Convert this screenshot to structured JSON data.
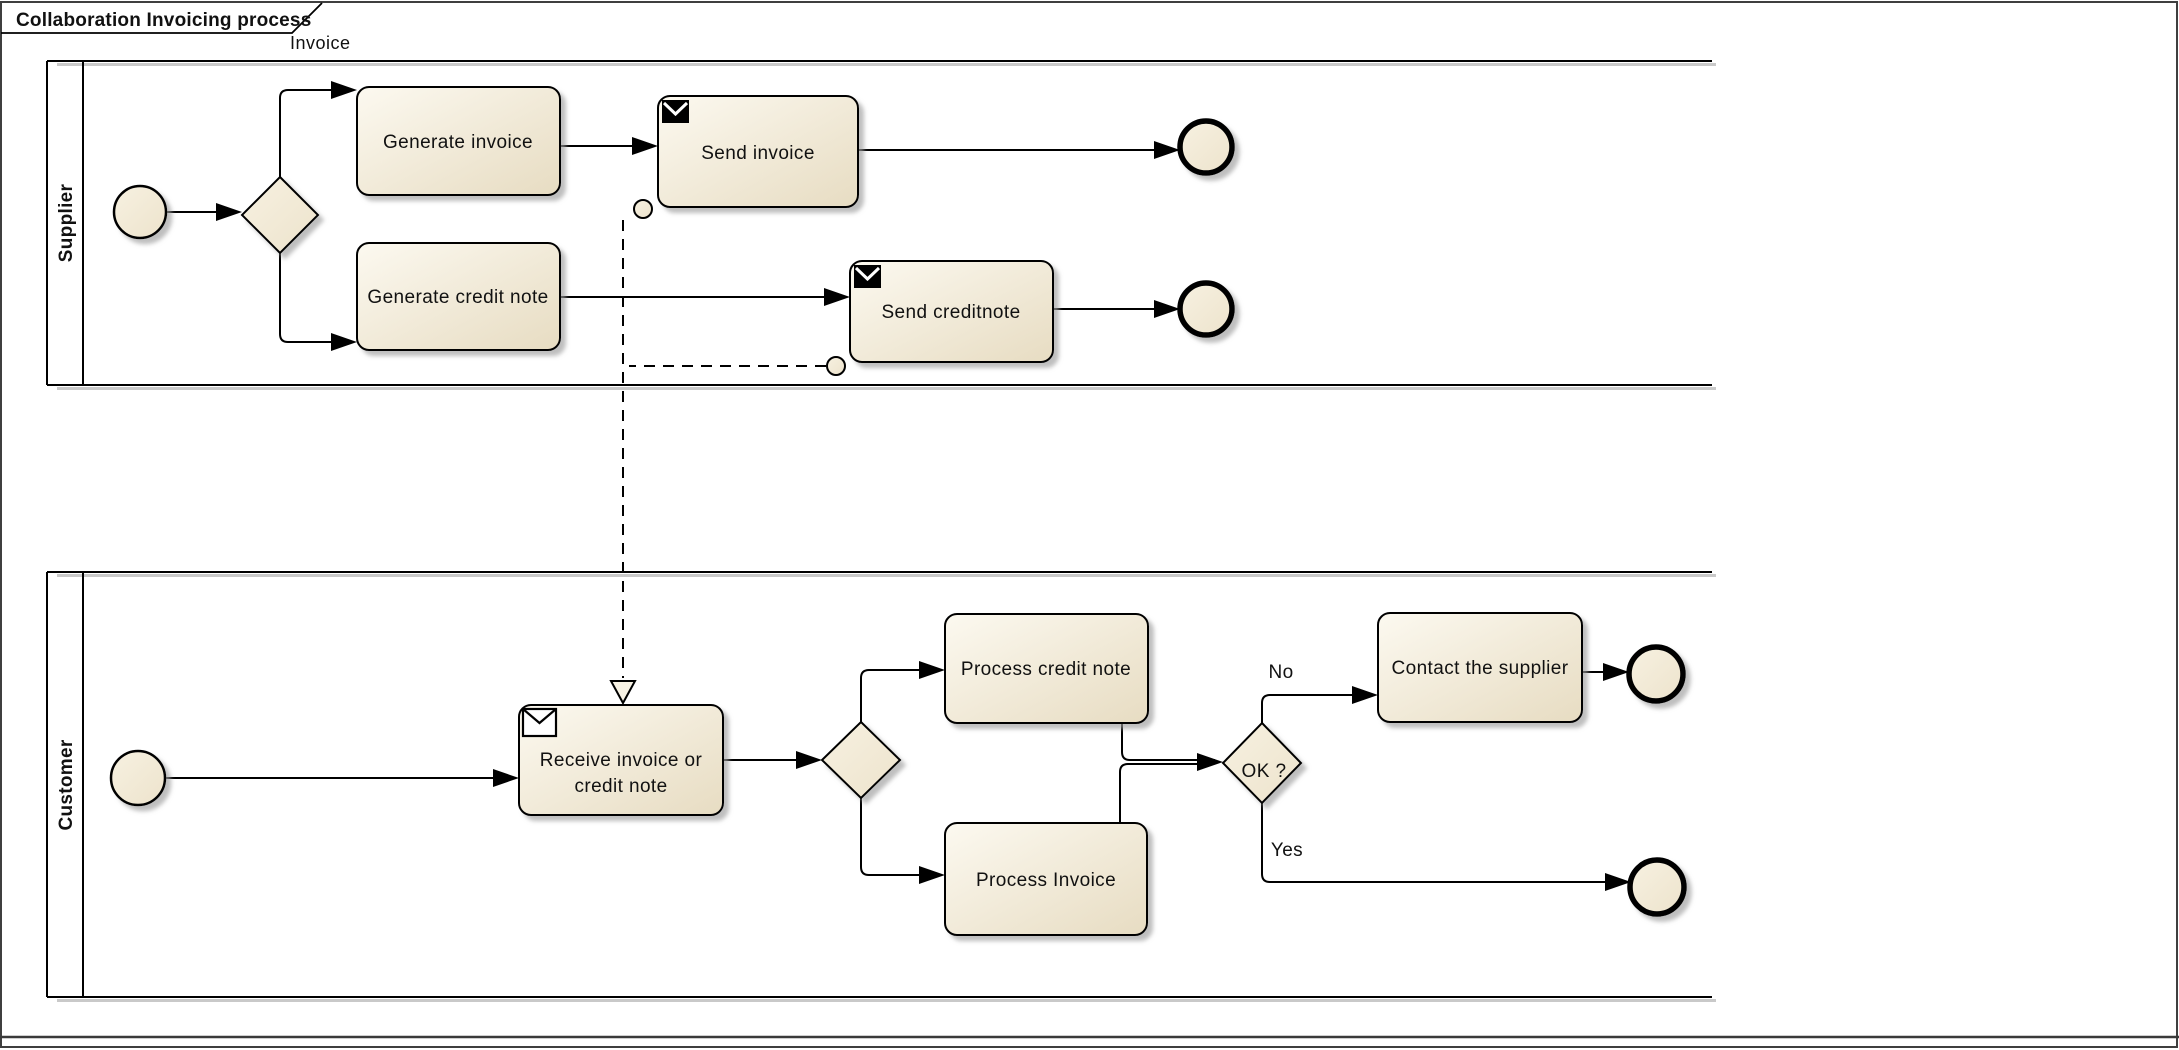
{
  "header": {
    "title": "Collaboration Invoicing process",
    "diagram_label": "Invoice"
  },
  "lanes": {
    "supplier_label": "Supplier",
    "customer_label": "Customer"
  },
  "supplier_lane": {
    "generate_invoice": "Generate invoice",
    "send_invoice": "Send invoice",
    "generate_credit_note": "Generate credit note",
    "send_creditnote": "Send creditnote"
  },
  "customer_lane": {
    "receive_line1": "Receive invoice or",
    "receive_line2": "credit note",
    "process_credit_note": "Process credit note",
    "process_invoice": "Process Invoice",
    "contact_supplier": "Contact the supplier",
    "ok_gateway_label": "OK ?",
    "no_label": "No",
    "yes_label": "Yes"
  },
  "icons": {
    "send_task_icon": "message-send-icon",
    "receive_task_icon": "message-receive-icon"
  },
  "colors": {
    "task_fill_start": "#FCF9F0",
    "task_fill_end": "#E7DCC2",
    "event_fill_start": "#F7F1E1",
    "event_fill_end": "#EDE3CC",
    "stroke": "#000000",
    "shadow": "#9B9B9B",
    "frame": "#3F3F3F"
  }
}
